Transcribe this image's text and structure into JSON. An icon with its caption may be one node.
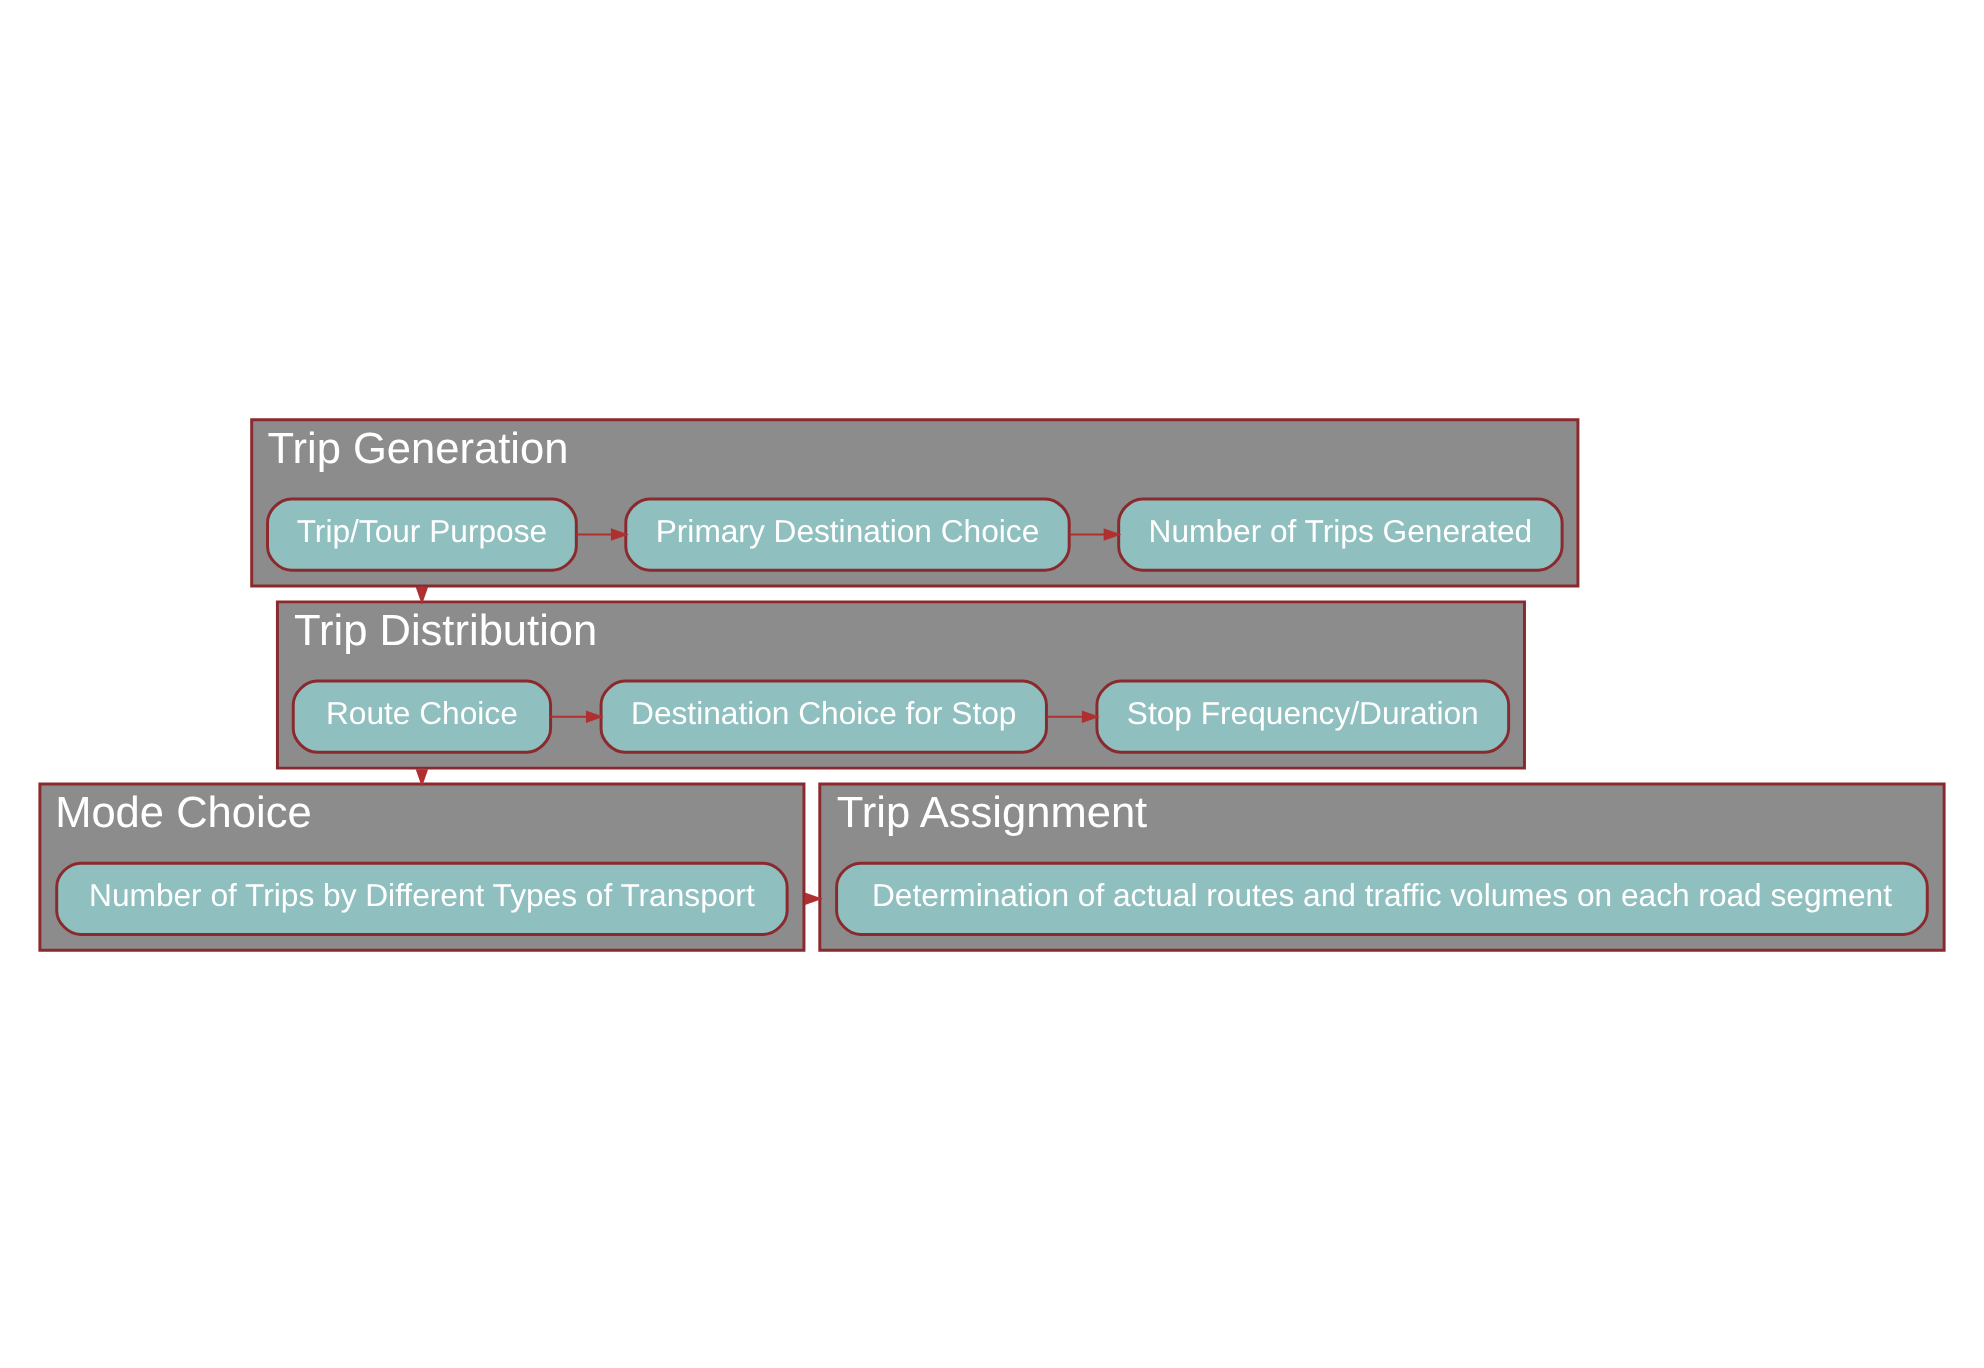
{
  "diagram": {
    "nodes": [
      {
        "text": [
          "Trip Generation"
        ]
      },
      {
        "text": [
          "Trip/Tour Purpose"
        ],
        "in": 0
      },
      {
        "text": [
          "Primary Destination Choice"
        ],
        "in": 0
      },
      {
        "text": [
          "Number of Trips Generated"
        ],
        "in": 0
      },
      {
        "text": [
          "Trip Distribution"
        ]
      },
      {
        "text": [
          "Route Choice"
        ],
        "in": 4
      },
      {
        "text": [
          "Destination Choice for Stop"
        ],
        "in": 4
      },
      {
        "text": [
          "Stop Frequency/Duration"
        ],
        "in": 4
      },
      {
        "text": [
          "Mode Choice"
        ]
      },
      {
        "text": [
          "Number of Trips by Different Types of Transport"
        ],
        "in": 8
      },
      {
        "text": [
          "Trip Assignment"
        ]
      },
      {
        "text": [
          "Determination of actual routes and traffic volumes on each road segment"
        ],
        "in": 10
      }
    ],
    "edges": [
      {
        "from": 1,
        "to": 2,
        "arrow": "to"
      },
      {
        "from": 2,
        "to": 3,
        "arrow": "to"
      },
      {
        "from": 0,
        "to": 4,
        "arrow": "to"
      },
      {
        "from": 5,
        "to": 6,
        "arrow": "to"
      },
      {
        "from": 6,
        "to": 7,
        "arrow": "to"
      },
      {
        "from": 4,
        "to": 8,
        "arrow": "to"
      },
      {
        "from": 8,
        "to": 10,
        "arrow": "to"
      }
    ]
  }
}
